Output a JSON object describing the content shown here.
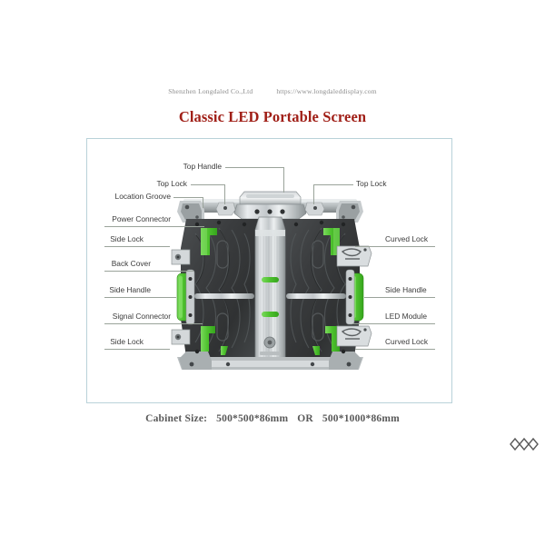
{
  "header": {
    "company": "Shenzhen Longdaled Co.,Ltd",
    "website": "https://www.longdaleddisplay.com"
  },
  "title": "Classic LED Portable Screen",
  "caption": {
    "prefix": "Cabinet Size:",
    "size_1": "500*500*86mm",
    "conjunction": "OR",
    "size_2": "500*1000*86mm"
  },
  "diagram": {
    "product_name": "LED cabinet rear view",
    "labels_left": [
      {
        "text": "Top Handle"
      },
      {
        "text": "Top Lock"
      },
      {
        "text": "Location Groove"
      },
      {
        "text": "Power Connector"
      },
      {
        "text": "Side Lock"
      },
      {
        "text": "Back Cover"
      },
      {
        "text": "Side Handle"
      },
      {
        "text": "Signal Connector"
      },
      {
        "text": "Side Lock"
      }
    ],
    "labels_right": [
      {
        "text": "Top Lock"
      },
      {
        "text": "Curved Lock"
      },
      {
        "text": "Side Handle"
      },
      {
        "text": "LED Module"
      },
      {
        "text": "Curved Lock"
      }
    ]
  },
  "logo": {
    "name": "triple-diamond-logo"
  },
  "colors": {
    "title": "#a01f17",
    "header_text": "#8d8d8d",
    "caption": "#595959",
    "frame_border": "#b9d2d9",
    "label_text": "#3b3b3b",
    "leader_line": "#9aa39a",
    "accent_green": "#5cc63d",
    "body_dark": "#3a3c3d",
    "metal_light": "#d9dcdd"
  }
}
